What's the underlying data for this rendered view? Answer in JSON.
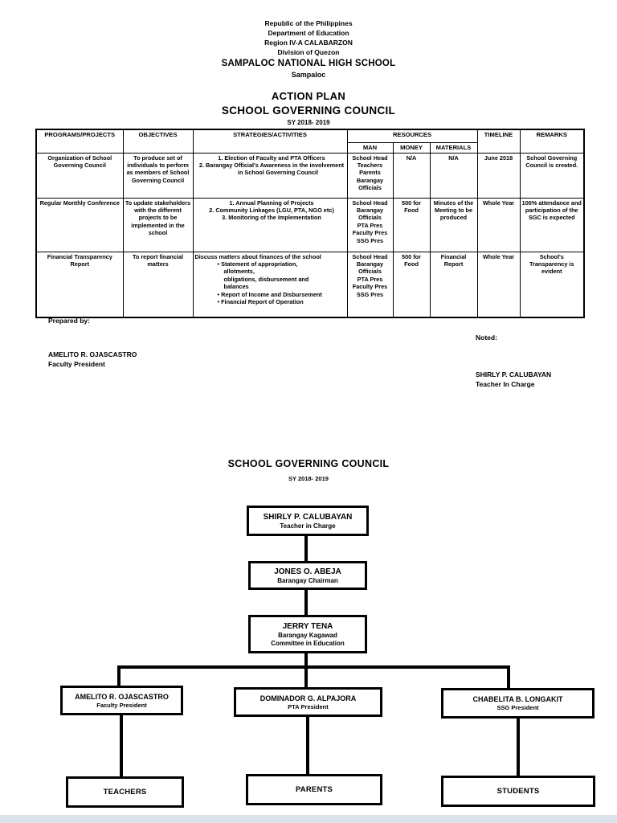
{
  "header": {
    "line1": "Republic of the Philippines",
    "line2": "Department of Education",
    "line3": "Region IV-A CALABARZON",
    "line4": "Division of Quezon",
    "school": "SAMPALOC NATIONAL HIGH SCHOOL",
    "location": "Sampaloc"
  },
  "title": {
    "main": "ACTION PLAN",
    "sub": "SCHOOL GOVERNING COUNCIL",
    "sy": "SY 2018- 2019"
  },
  "table": {
    "columns": {
      "programs": "PROGRAMS/PROJECTS",
      "objectives": "OBJECTIVES",
      "strategies": "STRATEGIES/ACTIVITIES",
      "resources": "RESOURCES",
      "man": "MAN",
      "money": "MONEY",
      "materials": "MATERIALS",
      "timeline": "TIMELINE",
      "remarks": "REMARKS"
    },
    "rows": [
      {
        "program": "Organization of School Governing Council",
        "objective": "To produce set of individuals to perform as members of School Governing Council",
        "strategies": [
          "1.    Election of Faculty and PTA Officers",
          "2.    Barangay Official's Awareness in the involvement in School Governing Council"
        ],
        "man": [
          "School Head",
          "Teachers",
          "Parents",
          "Barangay Officials"
        ],
        "money": "N/A",
        "materials": "N/A",
        "timeline": "June 2018",
        "remarks": "School Governing Council is created."
      },
      {
        "program": "Regular Monthly Conference",
        "objective": "To update stakeholders with the different projects to be implemented in the school",
        "strategies": [
          "1.    Annual Planning of Projects",
          "2.    Community Linkages (LGU, PTA, NGO etc)",
          "3.    Monitoring of the Implementation"
        ],
        "man": [
          "School Head",
          "Barangay Officials",
          "PTA Pres",
          "Faculty Pres",
          "SSG Pres"
        ],
        "money": "500 for Food",
        "materials": "Minutes of the Meeting to be produced",
        "timeline": "Whole Year",
        "remarks": "100% attendance and participation of the SGC is expected"
      },
      {
        "program": "Financial Transparency Report",
        "objective": "To report financial matters",
        "strategies_intro": "Discuss matters about finances of the school",
        "bullets": [
          "•  Statement of appropriation,\nallotments,\nobligations, disbursement and\nbalances",
          "•  Report of Income and Disbursement",
          "•  Financial Report of Operation"
        ],
        "man": [
          "School Head",
          "Barangay Officials",
          "PTA Pres",
          "Faculty Pres",
          "SSG Pres"
        ],
        "money": "500 for Food",
        "materials": "Financial Report",
        "timeline": "Whole Year",
        "remarks": "School's Transparency is evident"
      }
    ]
  },
  "signatures": {
    "prepared_label": "Prepared by:",
    "prepared_name": "AMELITO R. OJASCASTRO",
    "prepared_title": "Faculty President",
    "noted_label": "Noted:",
    "noted_name": "SHIRLY P. CALUBAYAN",
    "noted_title": "Teacher In Charge"
  },
  "orgchart": {
    "title": "SCHOOL GOVERNING COUNCIL",
    "sy": "SY 2018- 2019",
    "head": {
      "name": "SHIRLY P. CALUBAYAN",
      "role": "Teacher in Charge"
    },
    "chairman": {
      "name": "JONES O. ABEJA",
      "role": "Barangay Chairman"
    },
    "kagawad": {
      "name": "JERRY TENA",
      "role": "Barangay Kagawad\nCommittee in Education"
    },
    "faculty": {
      "name": "AMELITO R. OJASCASTRO",
      "role": "Faculty President"
    },
    "pta": {
      "name": "DOMINADOR G. ALPAJORA",
      "role": "PTA President"
    },
    "ssg": {
      "name": "CHABELITA B. LONGAKIT",
      "role": "SSG President"
    },
    "teachers": {
      "name": "TEACHERS"
    },
    "parents": {
      "name": "PARENTS"
    },
    "students": {
      "name": "STUDENTS"
    }
  },
  "colors": {
    "page_bg": "#ffffff",
    "text": "#000000",
    "border": "#000000",
    "bottom_bar": "#dbe3ec"
  }
}
